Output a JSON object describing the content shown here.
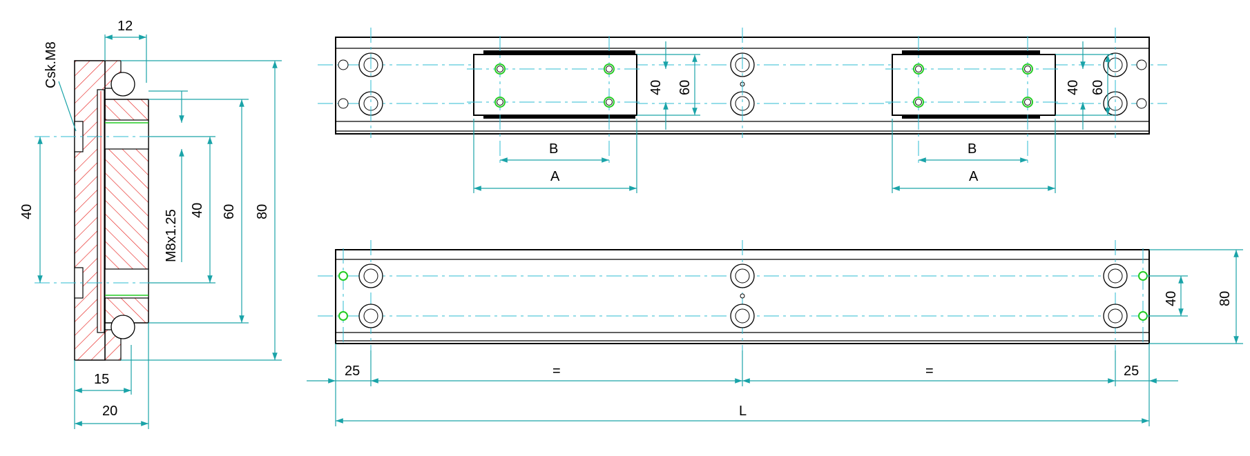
{
  "section_view": {
    "labels": {
      "csk": "Csk.M8",
      "top_width": "12",
      "height_40_left": "40",
      "thread": "M8x1.25",
      "height_40": "40",
      "height_60": "60",
      "height_80": "80",
      "bottom_15": "15",
      "bottom_20": "20"
    }
  },
  "top_view": {
    "carriage_left": {
      "b": "B",
      "a": "A",
      "h40": "40",
      "h60": "60"
    },
    "carriage_right": {
      "b": "B",
      "a": "A",
      "h40": "40",
      "h60": "60"
    }
  },
  "bottom_view": {
    "labels": {
      "left_25": "25",
      "eq_left": "=",
      "eq_right": "=",
      "right_25": "25",
      "length": "L",
      "h40": "40",
      "h80": "80"
    }
  },
  "colors": {
    "dimension": "#1aa3a8",
    "centerline": "#2bbbd0",
    "hatch": "#e8231f",
    "highlight": "#22cc22",
    "outline": "#000000"
  }
}
